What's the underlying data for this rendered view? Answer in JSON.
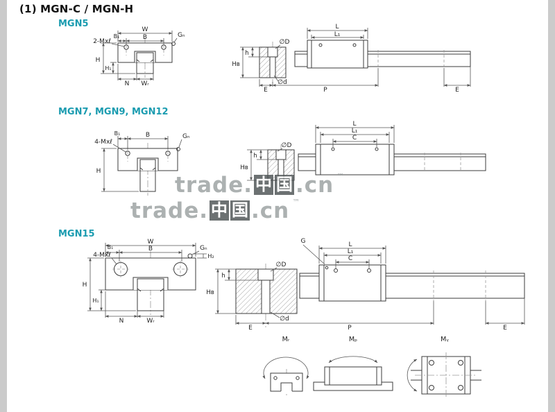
{
  "header": {
    "title": "(1) MGN-C / MGN-H"
  },
  "sections": {
    "mgn5": "MGN5",
    "mgn7": "MGN7, MGN9, MGN12",
    "mgn15": "MGN15"
  },
  "dims": {
    "W": "W",
    "B": "B",
    "B1": "B₁",
    "Gn": "Gₙ",
    "screws2": "2-Mxℓ",
    "screws4": "4-Mxℓ",
    "H": "H",
    "H1": "H₁",
    "H2": "H₂",
    "WR": "Wᵣ",
    "N": "N",
    "L": "L",
    "L1": "L₁",
    "C": "C",
    "G": "G",
    "D": "∅D",
    "d": "∅d",
    "h": "h",
    "HB": "Hʙ",
    "E": "E",
    "P": "P"
  },
  "moments": {
    "MR": "Mᵣ",
    "MP": "Mₚ",
    "MY": "Mᵧ"
  },
  "watermark": {
    "prefix": "trade.",
    "cn1": "中",
    "cn2": "国",
    "suffix": ".cn",
    "tm": "™"
  }
}
